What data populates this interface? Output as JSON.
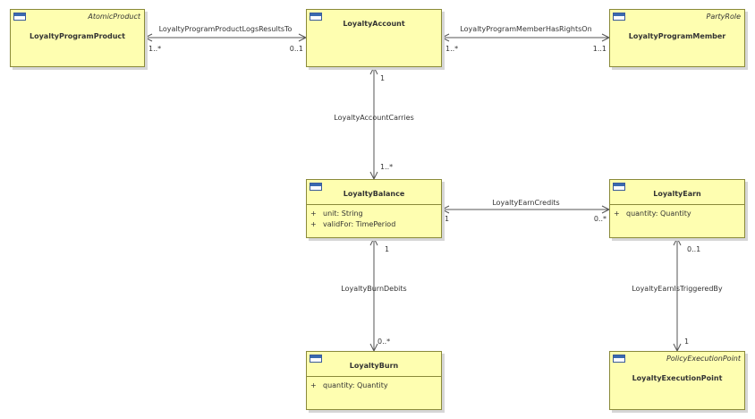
{
  "classes": {
    "loyalty_program_product": {
      "stereotype": "AtomicProduct",
      "name": "LoyaltyProgramProduct"
    },
    "loyalty_account": {
      "name": "LoyaltyAccount"
    },
    "loyalty_program_member": {
      "stereotype": "PartyRole",
      "name": "LoyaltyProgramMember"
    },
    "loyalty_balance": {
      "name": "LoyaltyBalance",
      "attributes": [
        {
          "visibility": "+",
          "text": "unit: String"
        },
        {
          "visibility": "+",
          "text": "validFor: TimePeriod"
        }
      ]
    },
    "loyalty_earn": {
      "name": "LoyaltyEarn",
      "attributes": [
        {
          "visibility": "+",
          "text": "quantity: Quantity"
        }
      ]
    },
    "loyalty_burn": {
      "name": "LoyaltyBurn",
      "attributes": [
        {
          "visibility": "+",
          "text": "quantity: Quantity"
        }
      ]
    },
    "loyalty_execution_point": {
      "stereotype": "PolicyExecutionPoint",
      "name": "LoyaltyExecutionPoint"
    }
  },
  "associations": {
    "product_logs_results_to": {
      "name": "LoyaltyProgramProductLogsResultsTo",
      "source_mult": "1..*",
      "target_mult": "0..1"
    },
    "member_has_rights_on": {
      "name": "LoyaltyProgramMemberHasRightsOn",
      "source_mult": "1..1",
      "target_mult": "1..*"
    },
    "account_carries": {
      "name": "LoyaltyAccountCarries",
      "source_mult": "1",
      "target_mult": "1..*"
    },
    "earn_credits": {
      "name": "LoyaltyEarnCredits",
      "source_mult": "0..*",
      "target_mult": "1"
    },
    "burn_debits": {
      "name": "LoyaltyBurnDebits",
      "source_mult": "1",
      "target_mult": "0..*"
    },
    "earn_is_triggered_by": {
      "name": "LoyaltyEarnIsTriggeredBy",
      "source_mult": "0..1",
      "target_mult": "1"
    }
  }
}
